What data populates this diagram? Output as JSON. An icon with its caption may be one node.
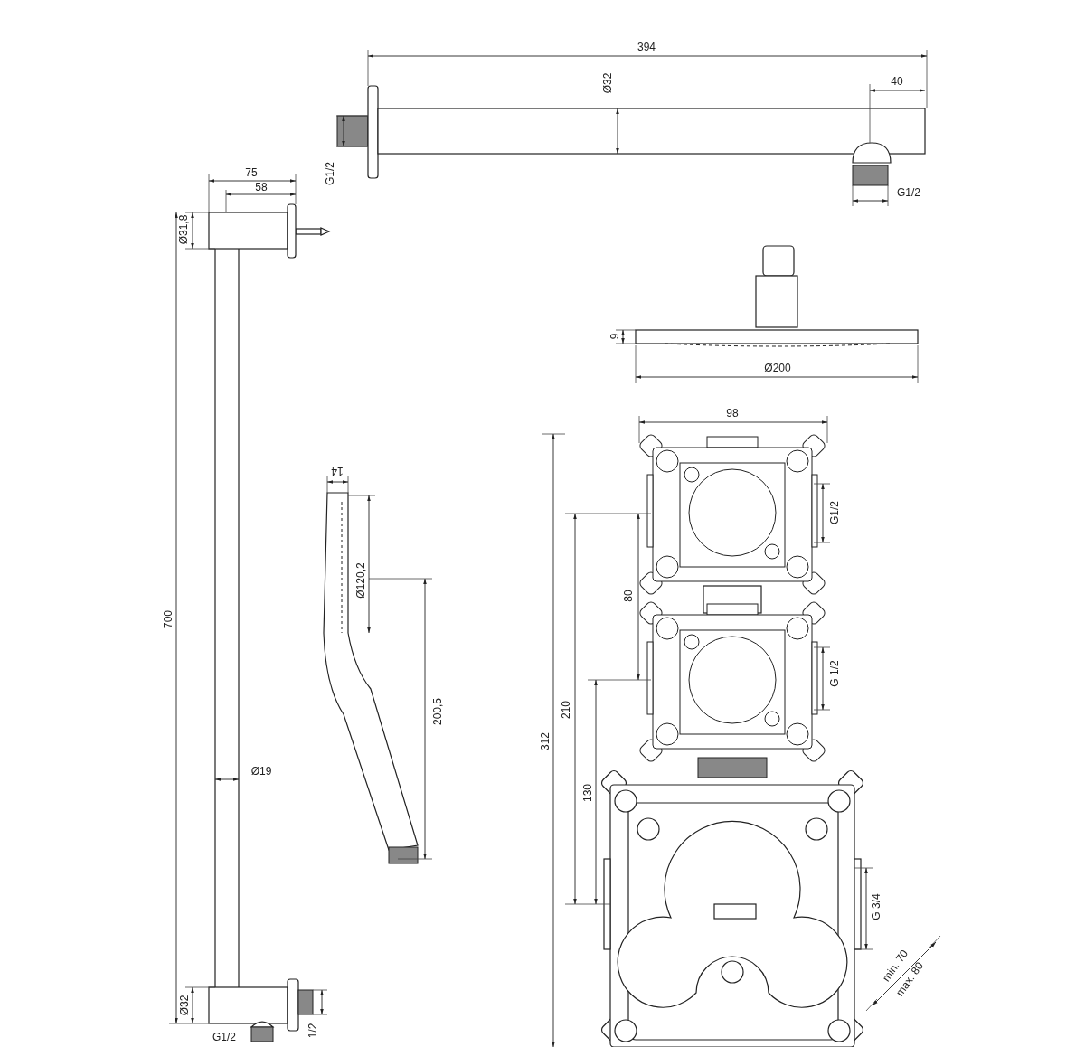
{
  "diagram": {
    "labels": [
      "394",
      "Ø32",
      "40",
      "G1/2",
      "G1/2",
      "75",
      "58",
      "Ø31,8",
      "9",
      "Ø200",
      "700",
      "14",
      "Ø120,2",
      "200,5",
      "98",
      "G1/2",
      "80",
      "G 1/2",
      "312",
      "210",
      "130",
      "G 3/4",
      "min. 70",
      "max. 80",
      "Ø19",
      "Ø32",
      "G1/2",
      "1/2"
    ]
  }
}
